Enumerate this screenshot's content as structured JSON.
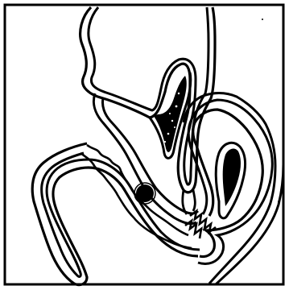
{
  "figure": {
    "caption": "",
    "ink_color": "#000000",
    "paper_color": "#ffffff",
    "parts": [
      {
        "id": "upper-lobe-outline",
        "fill": "none"
      },
      {
        "id": "dark-wedge",
        "fill": "speckled"
      },
      {
        "id": "tilted-canal",
        "fill": "none"
      },
      {
        "id": "round-mass",
        "fill": "solid"
      },
      {
        "id": "lower-left-limb",
        "fill": "none"
      },
      {
        "id": "right-hooked-tube",
        "fill": "none"
      },
      {
        "id": "teardrop-pocket",
        "fill": "solid"
      },
      {
        "id": "central-septum",
        "fill": "none"
      }
    ]
  }
}
